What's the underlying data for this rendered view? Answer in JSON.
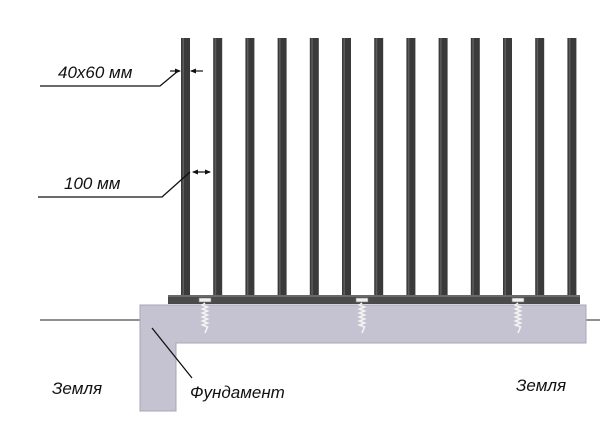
{
  "labels": {
    "post_size": "40x60 мм",
    "spacing": "100 мм",
    "ground_left": "Земля",
    "ground_right": "Земля",
    "foundation": "Фундамент"
  },
  "colors": {
    "picket": "#3a3a3a",
    "rail": "#4a4a4a",
    "foundation": "#c5c3d1",
    "foundation_edge": "#a9a7b6",
    "ground_line": "#222222",
    "leader": "#111111"
  },
  "pickets": {
    "count": 13
  },
  "screws": {
    "count": 3
  }
}
